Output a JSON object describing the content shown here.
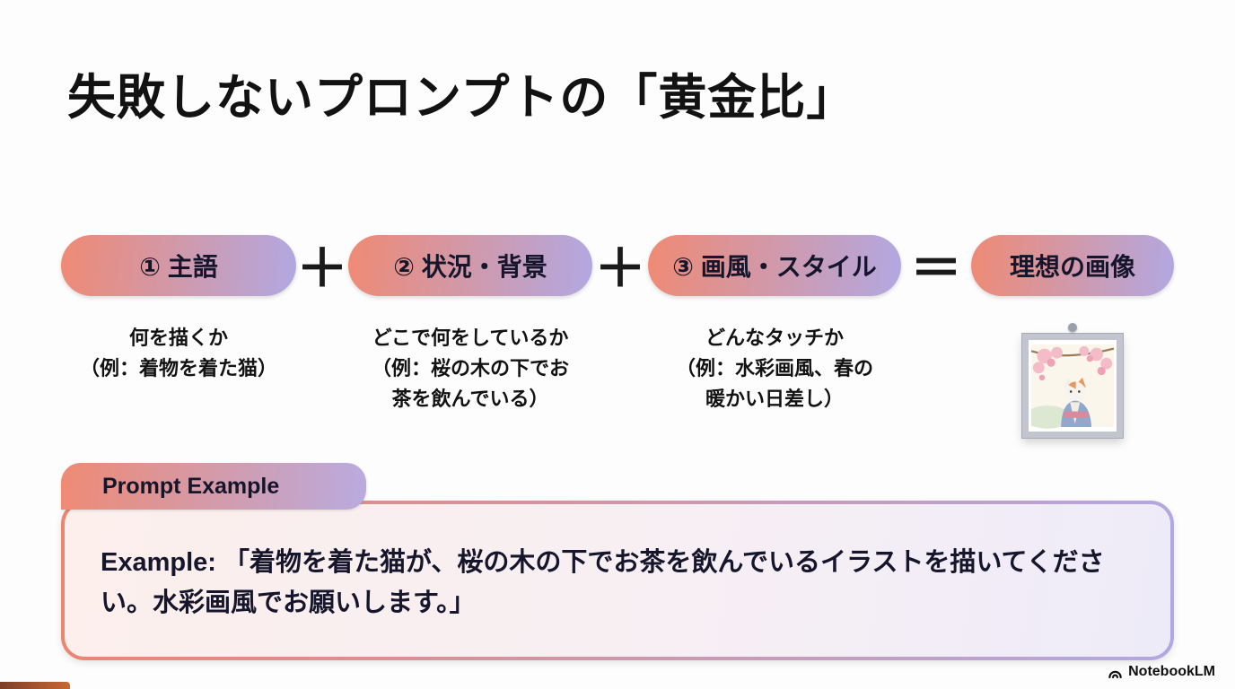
{
  "slide": {
    "title": "失敗しないプロンプトの「黄金比」"
  },
  "formula": {
    "plus": "＋",
    "equals": "＝",
    "items": [
      {
        "label": "① 主語",
        "description": "何を描くか\n（例：着物を着た猫）"
      },
      {
        "label": "② 状況・背景",
        "description": "どこで何をしているか\n（例：桜の木の下でお\n茶を飲んでいる）"
      },
      {
        "label": "③ 画風・スタイル",
        "description": "どんなタッチか\n（例：水彩画風、春の\n暖かい日差し）"
      }
    ],
    "result": {
      "label": "理想の画像",
      "image_description": "framed watercolor illustration of a cat in a kimono under cherry blossoms"
    }
  },
  "example": {
    "tab_label": "Prompt Example",
    "text": "Example: 「着物を着た猫が、桜の木の下でお茶を飲んでいるイラストを描いてください。水彩画風でお願いします。」"
  },
  "footer": {
    "brand": "NotebookLM",
    "logo_icon": "notebooklm-logo-icon"
  },
  "colors": {
    "gradient_start": "#ef8a74",
    "gradient_end": "#b2a8e2",
    "box_fill_start": "#fcefec",
    "box_fill_end": "#eeebf9"
  }
}
